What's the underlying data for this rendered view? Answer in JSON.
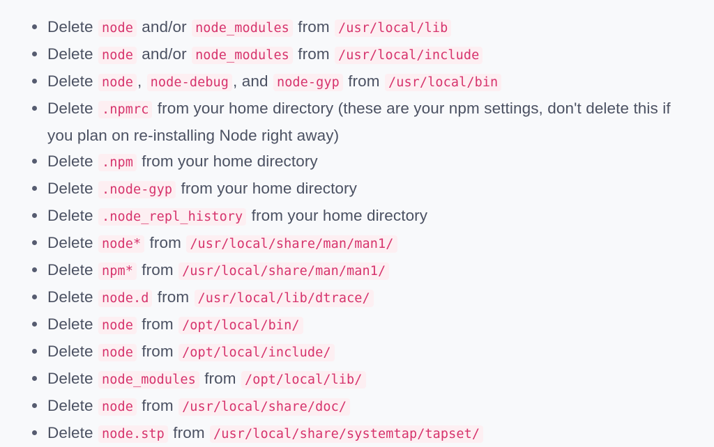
{
  "page": {
    "background_color": "#f8f9fb",
    "text_color": "#4b5162",
    "bullet_color": "#565c70",
    "code_text_color": "#d6336c",
    "code_background_color": "#fdeff2"
  },
  "list": {
    "items": [
      {
        "id": "delete-node-usr-local-lib",
        "parts": [
          {
            "type": "text",
            "value": "Delete "
          },
          {
            "type": "code",
            "value": "node"
          },
          {
            "type": "text",
            "value": " and/or "
          },
          {
            "type": "code",
            "value": "node_modules"
          },
          {
            "type": "text",
            "value": " from "
          },
          {
            "type": "code",
            "value": "/usr/local/lib"
          }
        ]
      },
      {
        "id": "delete-node-usr-local-include",
        "parts": [
          {
            "type": "text",
            "value": "Delete "
          },
          {
            "type": "code",
            "value": "node"
          },
          {
            "type": "text",
            "value": " and/or "
          },
          {
            "type": "code",
            "value": "node_modules"
          },
          {
            "type": "text",
            "value": " from "
          },
          {
            "type": "code",
            "value": "/usr/local/include"
          }
        ]
      },
      {
        "id": "delete-node-debug-gyp-usr-local-bin",
        "parts": [
          {
            "type": "text",
            "value": "Delete "
          },
          {
            "type": "code",
            "value": "node"
          },
          {
            "type": "text",
            "value": ", "
          },
          {
            "type": "code",
            "value": "node-debug"
          },
          {
            "type": "text",
            "value": ", and "
          },
          {
            "type": "code",
            "value": "node-gyp"
          },
          {
            "type": "text",
            "value": " from "
          },
          {
            "type": "code",
            "value": "/usr/local/bin"
          }
        ]
      },
      {
        "id": "delete-npmrc-home",
        "parts": [
          {
            "type": "text",
            "value": "Delete "
          },
          {
            "type": "code",
            "value": ".npmrc"
          },
          {
            "type": "text",
            "value": " from your home directory (these are your npm settings, don't delete this if you plan on re-installing Node right away)"
          }
        ]
      },
      {
        "id": "delete-npm-home",
        "parts": [
          {
            "type": "text",
            "value": "Delete "
          },
          {
            "type": "code",
            "value": ".npm"
          },
          {
            "type": "text",
            "value": " from your home directory"
          }
        ]
      },
      {
        "id": "delete-node-gyp-home",
        "parts": [
          {
            "type": "text",
            "value": "Delete "
          },
          {
            "type": "code",
            "value": ".node-gyp"
          },
          {
            "type": "text",
            "value": " from your home directory"
          }
        ]
      },
      {
        "id": "delete-node-repl-history-home",
        "parts": [
          {
            "type": "text",
            "value": "Delete "
          },
          {
            "type": "code",
            "value": ".node_repl_history"
          },
          {
            "type": "text",
            "value": " from your home directory"
          }
        ]
      },
      {
        "id": "delete-node-star-man1",
        "parts": [
          {
            "type": "text",
            "value": "Delete "
          },
          {
            "type": "code",
            "value": "node*"
          },
          {
            "type": "text",
            "value": " from "
          },
          {
            "type": "code",
            "value": "/usr/local/share/man/man1/"
          }
        ]
      },
      {
        "id": "delete-npm-star-man1",
        "parts": [
          {
            "type": "text",
            "value": "Delete "
          },
          {
            "type": "code",
            "value": "npm*"
          },
          {
            "type": "text",
            "value": " from "
          },
          {
            "type": "code",
            "value": "/usr/local/share/man/man1/"
          }
        ]
      },
      {
        "id": "delete-node-d-dtrace",
        "parts": [
          {
            "type": "text",
            "value": "Delete "
          },
          {
            "type": "code",
            "value": "node.d"
          },
          {
            "type": "text",
            "value": " from "
          },
          {
            "type": "code",
            "value": "/usr/local/lib/dtrace/"
          }
        ]
      },
      {
        "id": "delete-node-opt-local-bin",
        "parts": [
          {
            "type": "text",
            "value": "Delete "
          },
          {
            "type": "code",
            "value": "node"
          },
          {
            "type": "text",
            "value": " from "
          },
          {
            "type": "code",
            "value": "/opt/local/bin/"
          }
        ]
      },
      {
        "id": "delete-node-opt-local-include",
        "parts": [
          {
            "type": "text",
            "value": "Delete "
          },
          {
            "type": "code",
            "value": "node"
          },
          {
            "type": "text",
            "value": " from "
          },
          {
            "type": "code",
            "value": "/opt/local/include/"
          }
        ]
      },
      {
        "id": "delete-node-modules-opt-local-lib",
        "parts": [
          {
            "type": "text",
            "value": "Delete "
          },
          {
            "type": "code",
            "value": "node_modules"
          },
          {
            "type": "text",
            "value": " from "
          },
          {
            "type": "code",
            "value": "/opt/local/lib/"
          }
        ]
      },
      {
        "id": "delete-node-usr-local-share-doc",
        "parts": [
          {
            "type": "text",
            "value": "Delete "
          },
          {
            "type": "code",
            "value": "node"
          },
          {
            "type": "text",
            "value": " from "
          },
          {
            "type": "code",
            "value": "/usr/local/share/doc/"
          }
        ]
      },
      {
        "id": "delete-node-stp-systemtap",
        "parts": [
          {
            "type": "text",
            "value": "Delete "
          },
          {
            "type": "code",
            "value": "node.stp"
          },
          {
            "type": "text",
            "value": " from "
          },
          {
            "type": "code",
            "value": "/usr/local/share/systemtap/tapset/"
          }
        ]
      }
    ]
  }
}
